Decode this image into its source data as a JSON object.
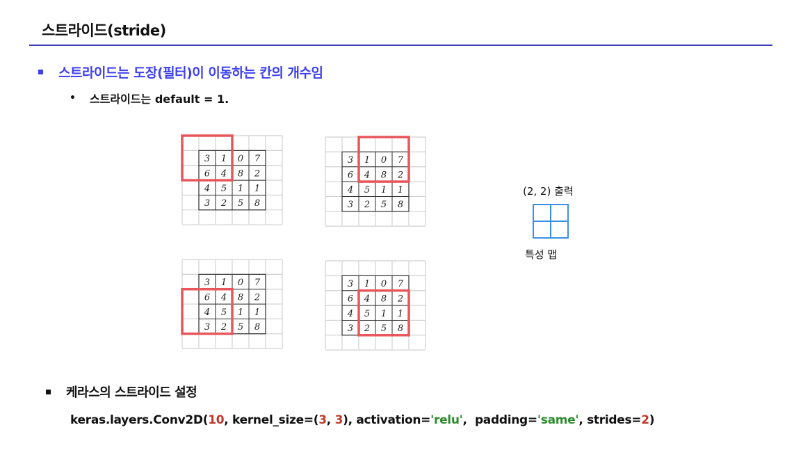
{
  "title": "스트라이드(stride)",
  "bullet1": "스트라이드는 도장(필터)이 이동하는 칸의 개수임",
  "bullet2": "스트라이드는 default = 1.",
  "bullet3": "케라스의 스트라이드 설정",
  "code": {
    "p1": "keras.layers.Conv2D(",
    "n1": "10",
    "p2": ", kernel_size=(",
    "n2": "3",
    "p3": ", ",
    "n3": "3",
    "p4": "), activation=",
    "s1": "'relu'",
    "p5": ",  padding=",
    "s2": "'same'",
    "p6": ", strides=",
    "n4": "2",
    "p7": ")"
  },
  "matrix": [
    [
      "3",
      "1",
      "0",
      "7"
    ],
    [
      "6",
      "4",
      "8",
      "2"
    ],
    [
      "4",
      "5",
      "1",
      "1"
    ],
    [
      "3",
      "2",
      "5",
      "8"
    ]
  ],
  "output_label": "(2, 2) 출력",
  "feature_map_label": "특성 맵",
  "colors": {
    "accent": "#3d3ff0",
    "rule": "#3b3fb6",
    "filter": "#e8555a",
    "output": "#3d8ee8"
  }
}
